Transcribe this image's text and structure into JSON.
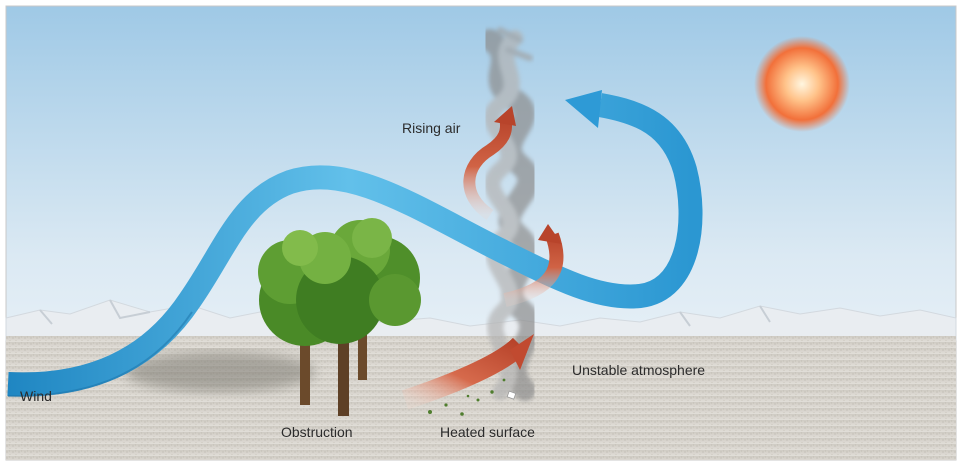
{
  "labels": {
    "rising_air": "Rising air",
    "wind": "Wind",
    "obstruction": "Obstruction",
    "heated_surface": "Heated surface",
    "unstable_atmosphere": "Unstable atmosphere"
  },
  "colors": {
    "sky_top": "#9fc9e6",
    "sky_bottom": "#f4f8fb",
    "ground": "#d7d4cd",
    "wind_arrow": "#3aa7dc",
    "rising_air_arrow": "#c8553b",
    "sun": "#f2703a",
    "tree_foliage": "#4f8f2a",
    "whirl": "#9a9a9a"
  }
}
